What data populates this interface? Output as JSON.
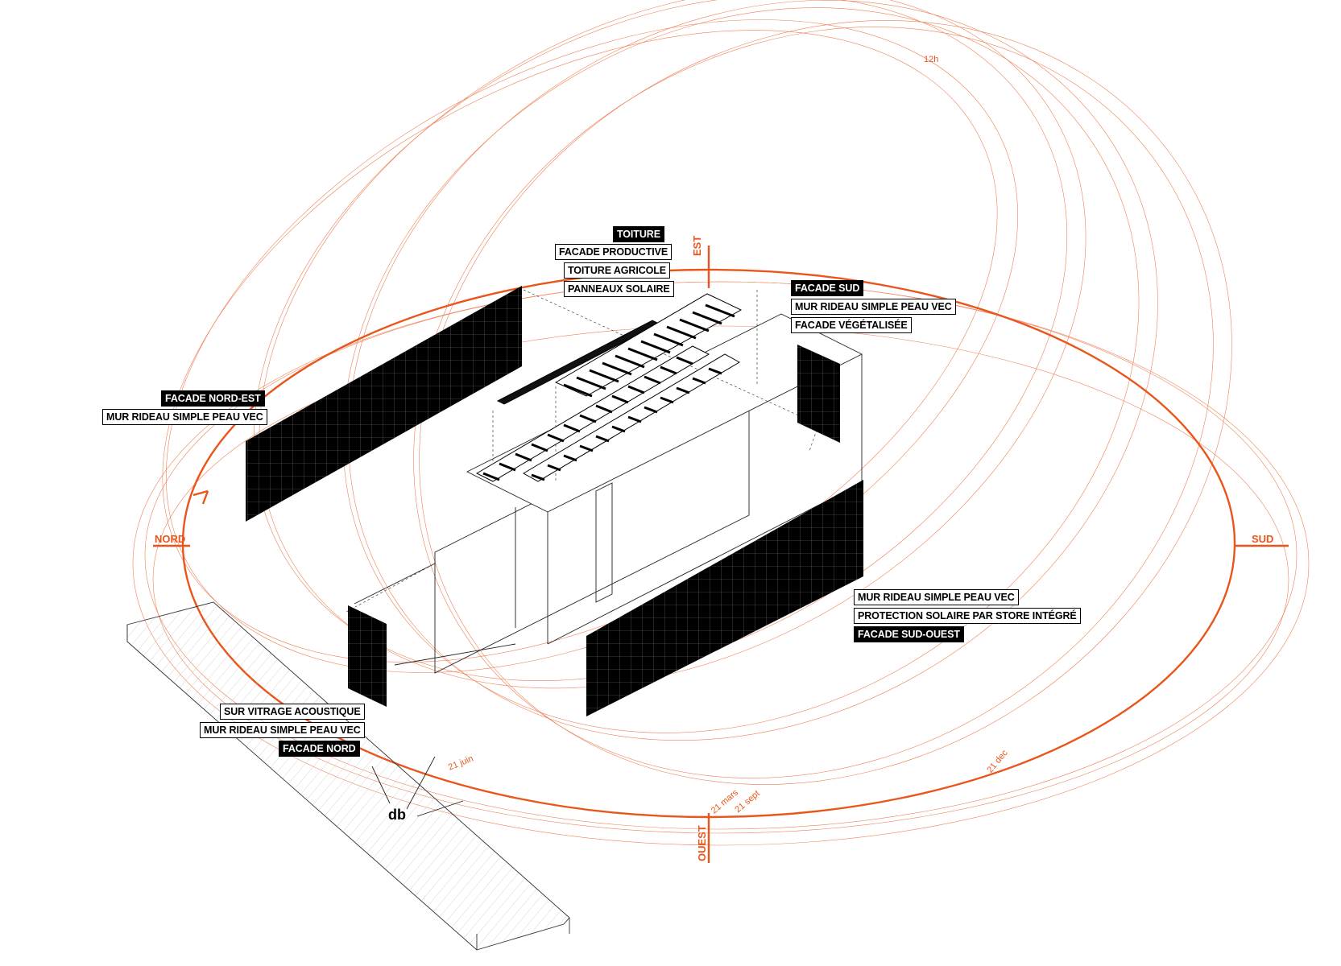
{
  "colors": {
    "accent": "#e8561c",
    "ink": "#000000",
    "background": "#ffffff"
  },
  "orientation": {
    "north": "NORD",
    "south": "SUD",
    "east": "EST",
    "west": "OUEST"
  },
  "sun_path": {
    "hour_label": "12h",
    "dates": {
      "june": "21 juin",
      "march": "21 mars",
      "september": "21 sept",
      "december": "21 dec"
    }
  },
  "annotations": {
    "roof": {
      "title": "TOITURE",
      "items": [
        "FACADE PRODUCTIVE",
        "TOITURE AGRICOLE",
        "PANNEAUX SOLAIRE"
      ]
    },
    "south": {
      "title": "FACADE SUD",
      "items": [
        "MUR RIDEAU SIMPLE PEAU VEC",
        "FACADE VÉGÉTALISÉE"
      ]
    },
    "north_east": {
      "title": "FACADE NORD-EST",
      "items": [
        "MUR RIDEAU SIMPLE PEAU VEC"
      ]
    },
    "south_west": {
      "title": "FACADE SUD-OUEST",
      "items": [
        "MUR RIDEAU SIMPLE PEAU VEC",
        "PROTECTION SOLAIRE PAR STORE INTÉGRÉ"
      ]
    },
    "north": {
      "title": "FACADE NORD",
      "items": [
        "MUR RIDEAU SIMPLE PEAU VEC",
        "SUR VITRAGE ACOUSTIQUE"
      ]
    }
  },
  "noise_label": "db"
}
